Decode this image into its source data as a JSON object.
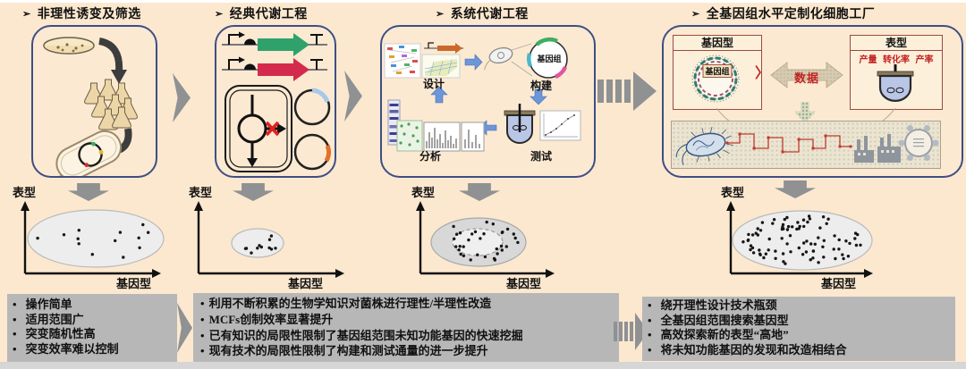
{
  "background_color": "#fbe8cf",
  "colors": {
    "panel_border": "#3e4e84",
    "gray_box": "#b7b7b7",
    "gray_arrow": "#8f9193",
    "accent_red": "#c32222",
    "gene_arrow_green": "#2fa26b",
    "gene_arrow_red": "#d42a4d",
    "dbtl_arrow_blue": "#6b96d8"
  },
  "markers": {
    "header": "➢",
    "bullet": "•",
    "left_bracket": "〉",
    "right_bracket": "〈"
  },
  "headers": [
    "非理性诱变及筛选",
    "经典代谢工程",
    "系统代谢工程",
    "全基因组水平定制化细胞工厂"
  ],
  "dbtl": {
    "design": "设计",
    "build": "构建",
    "test": "测试",
    "analyze": "分析",
    "genome": "基因组"
  },
  "genotype_phenotype_map": {
    "genotype_title": "基因型",
    "genome_label": "基因组",
    "data_label": "数据",
    "phenotype_title": "表型",
    "metrics": [
      "产量",
      "转化率",
      "产率"
    ]
  },
  "plots": {
    "ylabel": "表型",
    "xlabel": "基因型"
  },
  "chart_data": [
    {
      "type": "scatter",
      "title": "非理性诱变及筛选",
      "xlabel": "基因型",
      "ylabel": "表型",
      "search_space": "large-sparse",
      "n_points": 13,
      "note": "大范围空间内稀疏随机分布的突变体"
    },
    {
      "type": "scatter",
      "title": "经典代谢工程",
      "xlabel": "基因型",
      "ylabel": "表型",
      "search_space": "small-dense",
      "n_points": 11,
      "note": "小范围空间内集中分布"
    },
    {
      "type": "scatter",
      "title": "系统代谢工程",
      "xlabel": "基因型",
      "ylabel": "表型",
      "search_space": "medium-with-inner-dashed-core",
      "n_points": 33,
      "note": "中等范围，含虚线内圈"
    },
    {
      "type": "scatter",
      "title": "全基因组水平定制化细胞工厂",
      "xlabel": "基因型",
      "ylabel": "表型",
      "search_space": "large-dense",
      "n_points": 85,
      "note": "大范围空间内高密度分布"
    }
  ],
  "bottom_boxes": [
    {
      "bullets": [
        "操作简单",
        "适用范围广",
        "突变随机性高",
        "突变效率难以控制"
      ]
    },
    {
      "bullets": [
        "利用不断积累的生物学知识对菌株进行理性/半理性改造",
        "MCFs创制效率显著提升",
        "已有知识的局限性限制了基因组范围未知功能基因的快速挖掘",
        "现有技术的局限性限制了构建和测试通量的进一步提升"
      ]
    },
    {
      "bullets": [
        "绕开理性设计技术瓶颈",
        "全基因组范围搜索基因型",
        "高效探索新的表型“高地”",
        "将未知功能基因的发现和改造相结合"
      ]
    }
  ]
}
